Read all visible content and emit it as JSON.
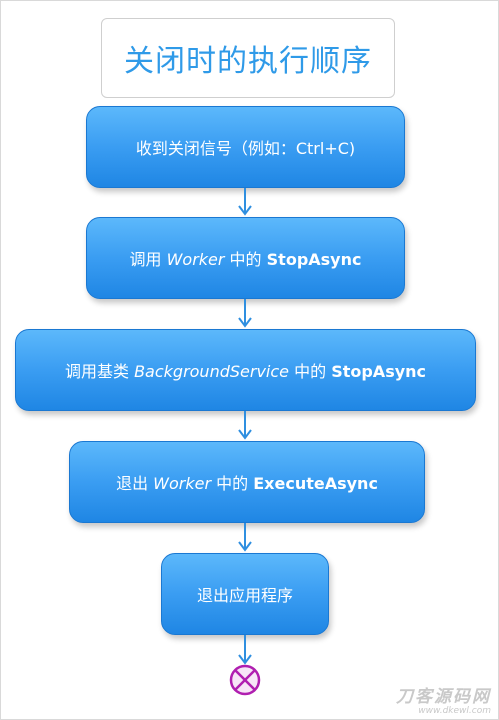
{
  "title": "关闭时的执行顺序",
  "steps": [
    {
      "parts": [
        {
          "text": "收到关闭信号（例如：Ctrl+C)",
          "style": "normal"
        }
      ]
    },
    {
      "parts": [
        {
          "text": "调用 ",
          "style": "normal"
        },
        {
          "text": "Worker",
          "style": "italic"
        },
        {
          "text": " 中的 ",
          "style": "normal"
        },
        {
          "text": "StopAsync",
          "style": "bold"
        }
      ]
    },
    {
      "parts": [
        {
          "text": "调用基类 ",
          "style": "normal"
        },
        {
          "text": "BackgroundService",
          "style": "italic"
        },
        {
          "text": " 中的 ",
          "style": "normal"
        },
        {
          "text": "StopAsync",
          "style": "bold"
        }
      ]
    },
    {
      "parts": [
        {
          "text": "退出 ",
          "style": "normal"
        },
        {
          "text": "Worker",
          "style": "italic"
        },
        {
          "text": " 中的 ",
          "style": "normal"
        },
        {
          "text": "ExecuteAsync",
          "style": "bold"
        }
      ]
    },
    {
      "parts": [
        {
          "text": "退出应用程序",
          "style": "normal"
        }
      ]
    }
  ],
  "end_node": "flow-final-icon",
  "watermark": {
    "main": "刀客源码网",
    "sub": "www.dkewl.com"
  },
  "colors": {
    "title_text": "#2f9ae8",
    "step_fill": "#3a9df2",
    "step_text": "#ffffff",
    "arrow": "#2f8fe0",
    "end_node": "#b01fb0"
  }
}
